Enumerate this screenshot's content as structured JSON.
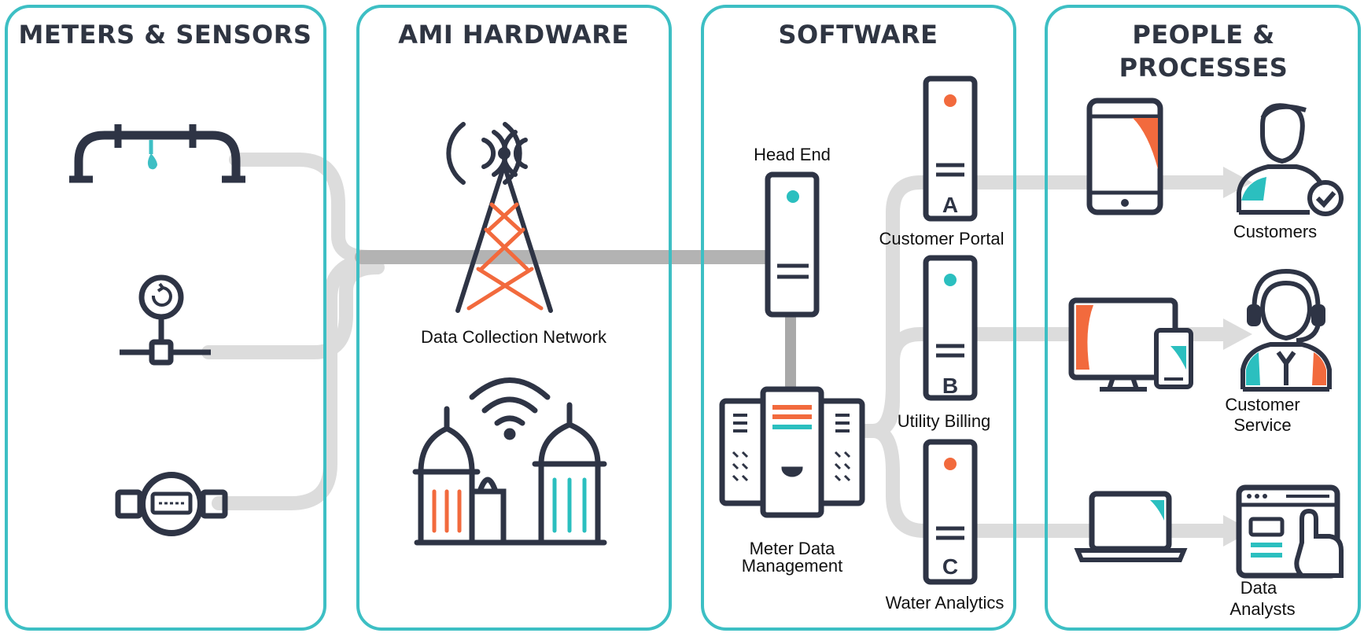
{
  "colors": {
    "panel_border": "#3dbfc4",
    "icon_dark": "#2e3445",
    "accent_orange": "#f26a3d",
    "accent_teal": "#2bbfbf",
    "flow_gray": "#d9d9d9",
    "flow_dark": "#a9a9a9"
  },
  "panels": [
    {
      "title_lines": [
        "METERS & SENSORS"
      ]
    },
    {
      "title_lines": [
        "AMI HARDWARE"
      ]
    },
    {
      "title_lines": [
        "SOFTWARE"
      ]
    },
    {
      "title_lines": [
        "PEOPLE &",
        "PROCESSES"
      ]
    }
  ],
  "meters": {
    "icons": [
      "pipe-leak-icon",
      "pressure-gauge-icon",
      "water-meter-icon"
    ]
  },
  "hardware": {
    "tower_icon": "cell-tower-icon",
    "city_icon": "smart-city-wifi-icon",
    "tower_label": "Data Collection Network"
  },
  "software": {
    "head_end": "Head End",
    "mdm_lines": [
      "Meter Data",
      "Management"
    ],
    "servers": [
      {
        "letter": "A",
        "label": "Customer Portal"
      },
      {
        "letter": "B",
        "label": "Utility Billing"
      },
      {
        "letter": "C",
        "label": "Water Analytics"
      }
    ]
  },
  "people": {
    "rows": [
      {
        "device_icon": "tablet-icon",
        "person_icon": "customer-check-icon",
        "label_lines": [
          "Customers"
        ]
      },
      {
        "device_icon": "desktop-phone-icon",
        "person_icon": "headset-agent-icon",
        "label_lines": [
          "Customer",
          "Service"
        ]
      },
      {
        "device_icon": "laptop-icon",
        "person_icon": "dashboard-touch-icon",
        "label_lines": [
          "Data",
          "Analysts"
        ]
      }
    ]
  }
}
